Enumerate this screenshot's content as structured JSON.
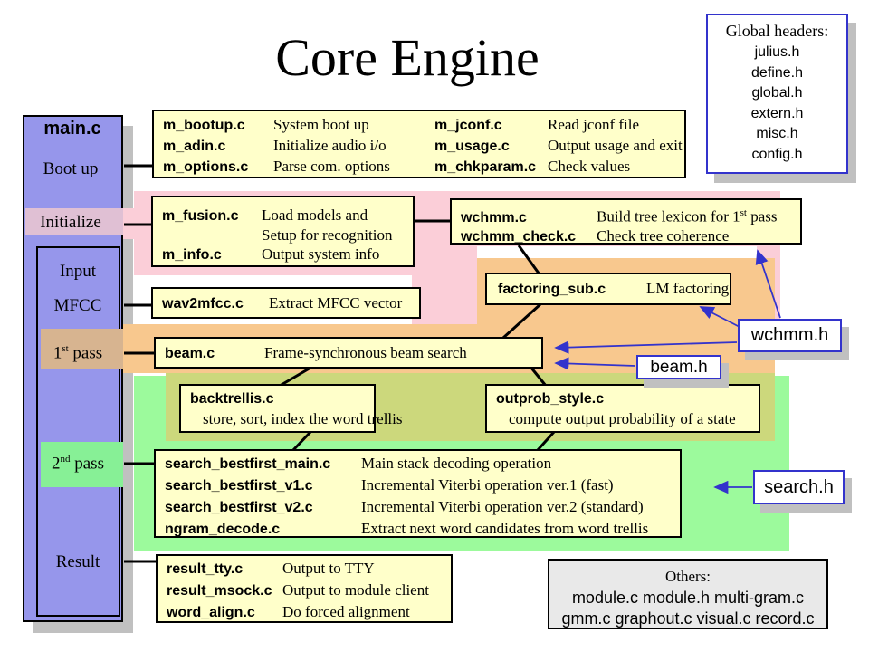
{
  "title": "Core Engine",
  "global_headers": {
    "title": "Global headers:",
    "items": [
      "julius.h",
      "define.h",
      "global.h",
      "extern.h",
      "misc.h",
      "config.h"
    ]
  },
  "sidebar": {
    "title": "main.c",
    "boot_up": "Boot up",
    "initialize": "Initialize",
    "input": "Input",
    "mfcc": "MFCC",
    "pass1": {
      "base": "1",
      "sup": "st",
      "rest": " pass"
    },
    "pass2": {
      "base": "2",
      "sup": "nd",
      "rest": " pass"
    },
    "result": "Result"
  },
  "boxes": {
    "bootup": {
      "col1": [
        {
          "file": "m_bootup.c",
          "desc": "System boot up"
        },
        {
          "file": "m_adin.c",
          "desc": "Initialize audio i/o"
        },
        {
          "file": "m_options.c",
          "desc": "Parse com. options"
        }
      ],
      "col2": [
        {
          "file": "m_jconf.c",
          "desc": "Read jconf file"
        },
        {
          "file": "m_usage.c",
          "desc": "Output usage and exit"
        },
        {
          "file": "m_chkparam.c",
          "desc": "Check values"
        }
      ]
    },
    "fusion": {
      "rows": [
        {
          "file": "m_fusion.c",
          "desc": "Load models and"
        },
        {
          "file": "",
          "desc": "Setup for recognition"
        },
        {
          "file": "m_info.c",
          "desc": "Output system info"
        }
      ]
    },
    "wchmm": {
      "row1": {
        "file": "wchmm.c",
        "desc_prefix": "Build tree lexicon for 1",
        "desc_sup": "st",
        "desc_suffix": " pass"
      },
      "row2": {
        "file": "wchmm_check.c",
        "desc": "Check tree coherence"
      }
    },
    "factoring": {
      "file": "factoring_sub.c",
      "desc": "LM factoring"
    },
    "wav2mfcc": {
      "file": "wav2mfcc.c",
      "desc": "Extract MFCC vector"
    },
    "beam": {
      "file": "beam.c",
      "desc": "Frame-synchronous beam search"
    },
    "backtrellis": {
      "file": "backtrellis.c",
      "desc": "store, sort, index the word trellis"
    },
    "outprob": {
      "file": "outprob_style.c",
      "desc": "compute output probability of a state"
    },
    "search": {
      "rows": [
        {
          "file": "search_bestfirst_main.c",
          "desc": "Main stack decoding operation"
        },
        {
          "file": "search_bestfirst_v1.c",
          "desc": "Incremental Viterbi operation ver.1 (fast)"
        },
        {
          "file": "search_bestfirst_v2.c",
          "desc": "Incremental Viterbi operation ver.2 (standard)"
        },
        {
          "file": "ngram_decode.c",
          "desc": "Extract next word candidates from word trellis"
        }
      ]
    },
    "result": {
      "rows": [
        {
          "file": "result_tty.c",
          "desc": "Output to TTY"
        },
        {
          "file": "result_msock.c",
          "desc": "Output to module client"
        },
        {
          "file": "word_align.c",
          "desc": "Do forced alignment"
        }
      ]
    }
  },
  "header_labels": {
    "wchmm_h": "wchmm.h",
    "beam_h": "beam.h",
    "search_h": "search.h"
  },
  "others": {
    "title": "Others:",
    "line1": "module.c module.h multi-gram.c",
    "line2": "gmm.c graphout.c visual.c record.c"
  },
  "colors": {
    "sidebar_blue": "#9696eb",
    "band_pink": "#fbced8",
    "band_orange": "#f8c88e",
    "band_green": "#9cfa9c",
    "band_olive": "#ccd87c",
    "box_yellow": "#ffffca",
    "header_border_blue": "#3333cc",
    "shadow_gray": "#c0c0c0"
  }
}
